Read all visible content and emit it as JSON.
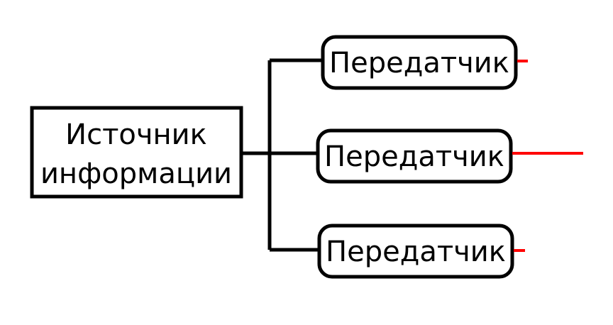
{
  "source": {
    "line1": "Источник",
    "line2": "информации"
  },
  "transmitters": [
    {
      "label": "Передатчик"
    },
    {
      "label": "Передатчик"
    },
    {
      "label": "Передатчик"
    }
  ],
  "colors": {
    "stroke": "#000000",
    "output_line": "#ff0000",
    "background": "#ffffff"
  }
}
